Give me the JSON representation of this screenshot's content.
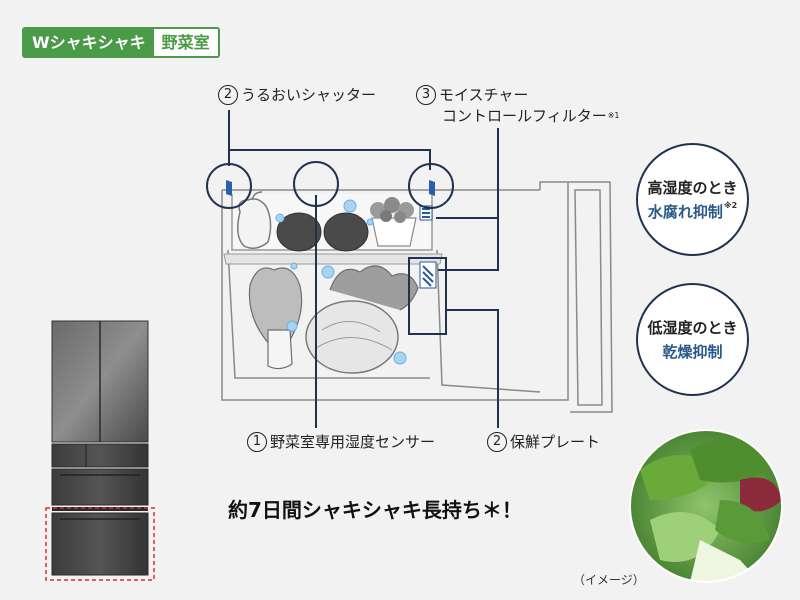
{
  "badge": {
    "left": "Wシャキシャキ",
    "right": "野菜室"
  },
  "labels": {
    "l2_top": {
      "num": "2",
      "text": "うるおいシャッター"
    },
    "l3_top": {
      "num": "3",
      "line1": "モイスチャー",
      "line2": "コントロールフィルター",
      "note": "※1"
    },
    "l1_bottom": {
      "num": "1",
      "text": "野菜室専用湿度センサー"
    },
    "l2_bottom": {
      "num": "2",
      "text": "保鮮プレート"
    }
  },
  "circles": {
    "high": {
      "line1": "高湿度のとき",
      "line2": "水腐れ抑制",
      "note": "※2"
    },
    "low": {
      "line1": "低湿度のとき",
      "line2": "乾燥抑制"
    }
  },
  "headline": "約7日間シャキシャキ長持ち",
  "headline_mark": "＊！",
  "caption": "（イメージ）",
  "colors": {
    "green": "#4a9a48",
    "navy": "#1f3350",
    "blue_text": "#2a5a8a",
    "red_dash": "#d9312b"
  }
}
